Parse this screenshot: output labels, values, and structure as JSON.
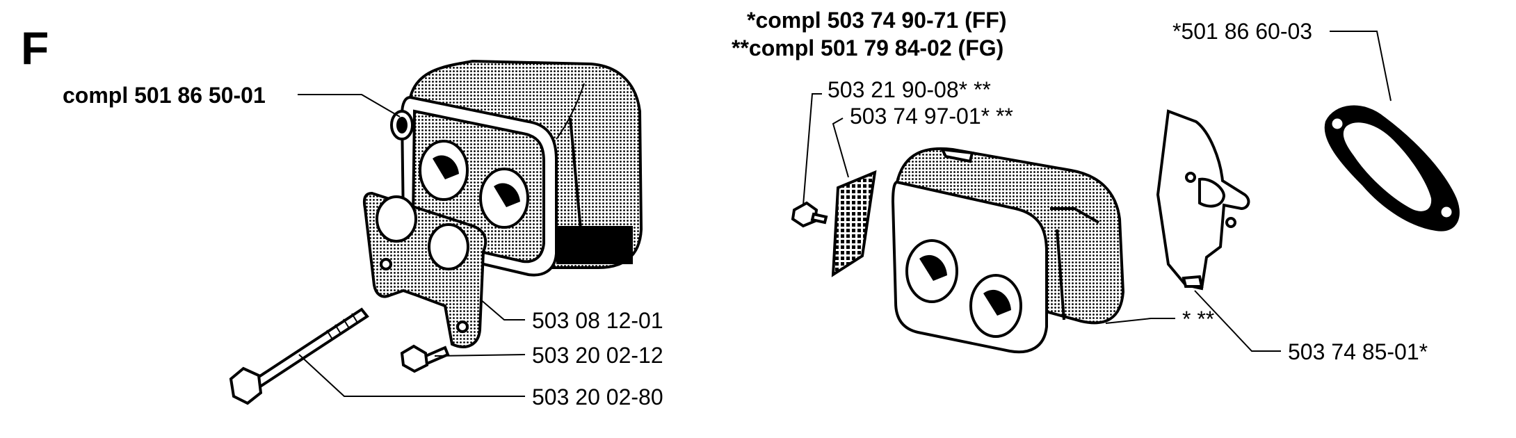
{
  "section_letter": "F",
  "left": {
    "muffler_label": "compl 501 86 50-01",
    "gasket_label": "503 08 12-01",
    "screw_label": "503 20 02-12",
    "long_bolt_label": "503 20 02-80"
  },
  "right": {
    "kit_ff": "*compl 503 74 90-71 (FF)",
    "kit_fg": "**compl 501 79 84-02 (FG)",
    "screw_label": "503 21 90-08*  **",
    "screen_label": "503 74 97-01* **",
    "gasket_label": "*501 86 60-03",
    "muffler_label": "* **",
    "plate_label": "503 74 85-01*"
  }
}
